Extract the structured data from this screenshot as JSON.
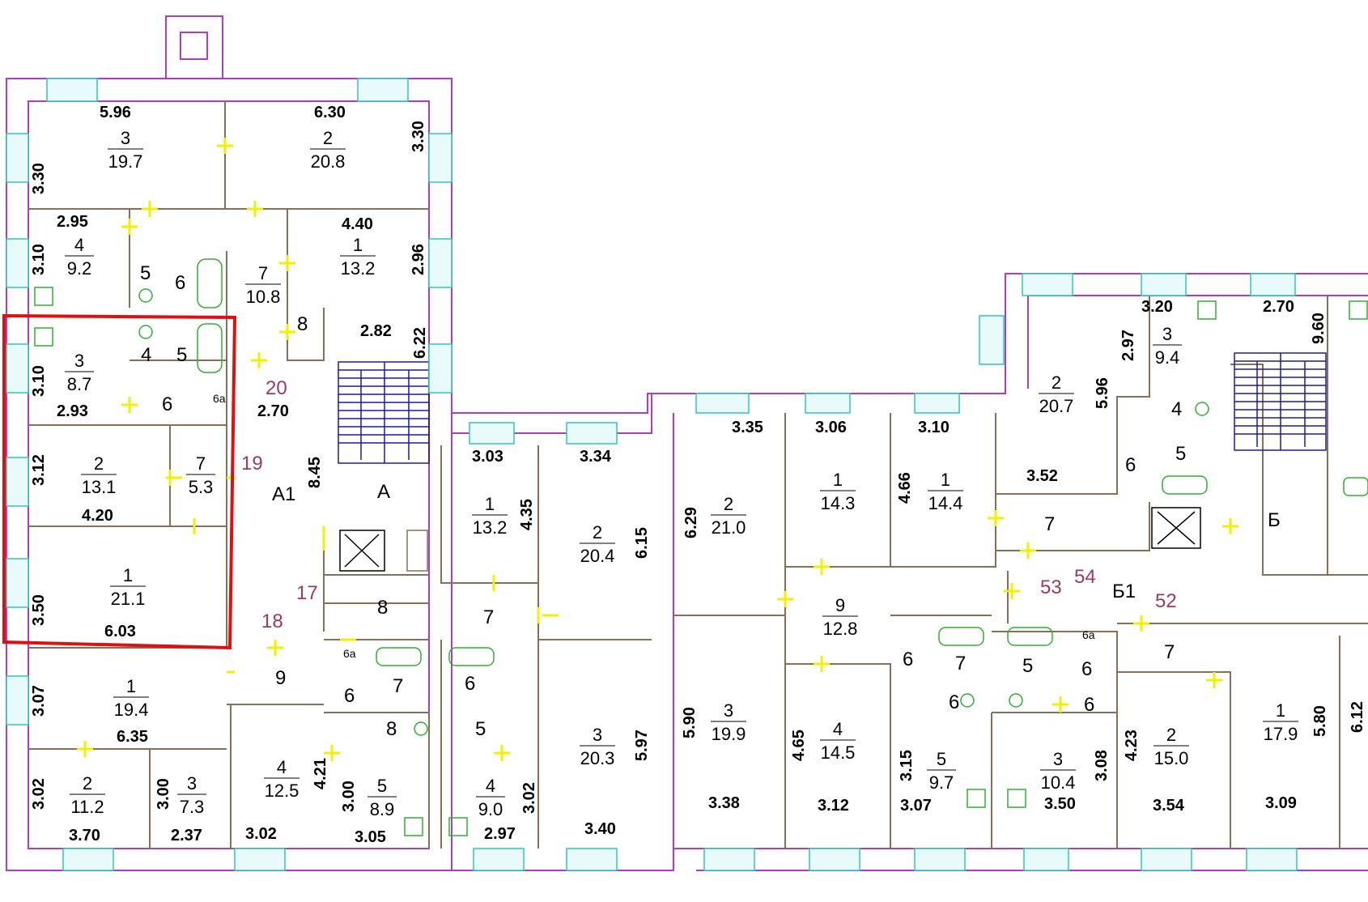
{
  "plan": {
    "selection_color": "#e01010",
    "wall_color": "#b03cc0",
    "partition_color": "#8a6f55",
    "window_color": "#2fc6c0",
    "door_color": "#f0f000",
    "fixture_color": "#2fb02f",
    "corridor_labels": [
      {
        "id": "corridor-20",
        "text": "20"
      },
      {
        "id": "corridor-19",
        "text": "19"
      },
      {
        "id": "corridor-17",
        "text": "17"
      },
      {
        "id": "corridor-18",
        "text": "18"
      },
      {
        "id": "corridor-53",
        "text": "53"
      },
      {
        "id": "corridor-54",
        "text": "54"
      },
      {
        "id": "corridor-52",
        "text": "52"
      }
    ],
    "section_labels": [
      {
        "id": "section-a1",
        "text": "А1"
      },
      {
        "id": "section-a",
        "text": "А"
      },
      {
        "id": "section-b1",
        "text": "Б1"
      },
      {
        "id": "section-b",
        "text": "Б"
      }
    ],
    "rooms": [
      {
        "n": "3",
        "a": "19.7"
      },
      {
        "n": "2",
        "a": "20.8"
      },
      {
        "n": "4",
        "a": "9.2"
      },
      {
        "n": "1",
        "a": "13.2"
      },
      {
        "n": "7",
        "a": "10.8"
      },
      {
        "n": "3",
        "a": "8.7"
      },
      {
        "n": "2",
        "a": "13.1"
      },
      {
        "n": "7",
        "a": "5.3"
      },
      {
        "n": "1",
        "a": "21.1"
      },
      {
        "n": "1",
        "a": "19.4"
      },
      {
        "n": "2",
        "a": "11.2"
      },
      {
        "n": "3",
        "a": "7.3"
      },
      {
        "n": "4",
        "a": "12.5"
      },
      {
        "n": "5",
        "a": "8.9"
      },
      {
        "n": "4",
        "a": "9.0"
      },
      {
        "n": "1",
        "a": "13.2"
      },
      {
        "n": "2",
        "a": "20.4"
      },
      {
        "n": "3",
        "a": "20.3"
      },
      {
        "n": "2",
        "a": "21.0"
      },
      {
        "n": "1",
        "a": "14.3"
      },
      {
        "n": "1",
        "a": "14.4"
      },
      {
        "n": "2",
        "a": "20.7"
      },
      {
        "n": "3",
        "a": "9.4"
      },
      {
        "n": "9",
        "a": "12.8"
      },
      {
        "n": "3",
        "a": "19.9"
      },
      {
        "n": "4",
        "a": "14.5"
      },
      {
        "n": "5",
        "a": "9.7"
      },
      {
        "n": "3",
        "a": "10.4"
      },
      {
        "n": "2",
        "a": "15.0"
      },
      {
        "n": "1",
        "a": "17.9"
      }
    ],
    "room_marks": [
      "5",
      "6",
      "8",
      "4",
      "5",
      "6",
      "9",
      "6",
      "7",
      "6",
      "8",
      "5",
      "7",
      "8",
      "7",
      "6",
      "4",
      "7",
      "6",
      "5",
      "6",
      "6",
      "5",
      "6",
      "7",
      "6а",
      "6а",
      "6а"
    ],
    "dims": [
      "5.96",
      "6.30",
      "3.30",
      "3.30",
      "2.95",
      "4.40",
      "3.10",
      "2.96",
      "2.82",
      "6.22",
      "3.10",
      "2.93",
      "2.70",
      "3.12",
      "4.20",
      "8.45",
      "3.50",
      "6.03",
      "3.07",
      "6.35",
      "3.02",
      "3.70",
      "3.00",
      "2.37",
      "3.02",
      "4.21",
      "3.00",
      "3.05",
      "2.97",
      "3.02",
      "3.40",
      "5.97",
      "3.03",
      "3.34",
      "4.35",
      "6.15",
      "3.35",
      "3.06",
      "3.10",
      "6.29",
      "4.66",
      "3.20",
      "2.70",
      "9.60",
      "2.97",
      "5.96",
      "3.52",
      "5.90",
      "4.65",
      "3.15",
      "3.08",
      "4.23",
      "5.80",
      "6.12",
      "3.38",
      "3.12",
      "3.07",
      "3.50",
      "3.54",
      "3.09"
    ]
  }
}
